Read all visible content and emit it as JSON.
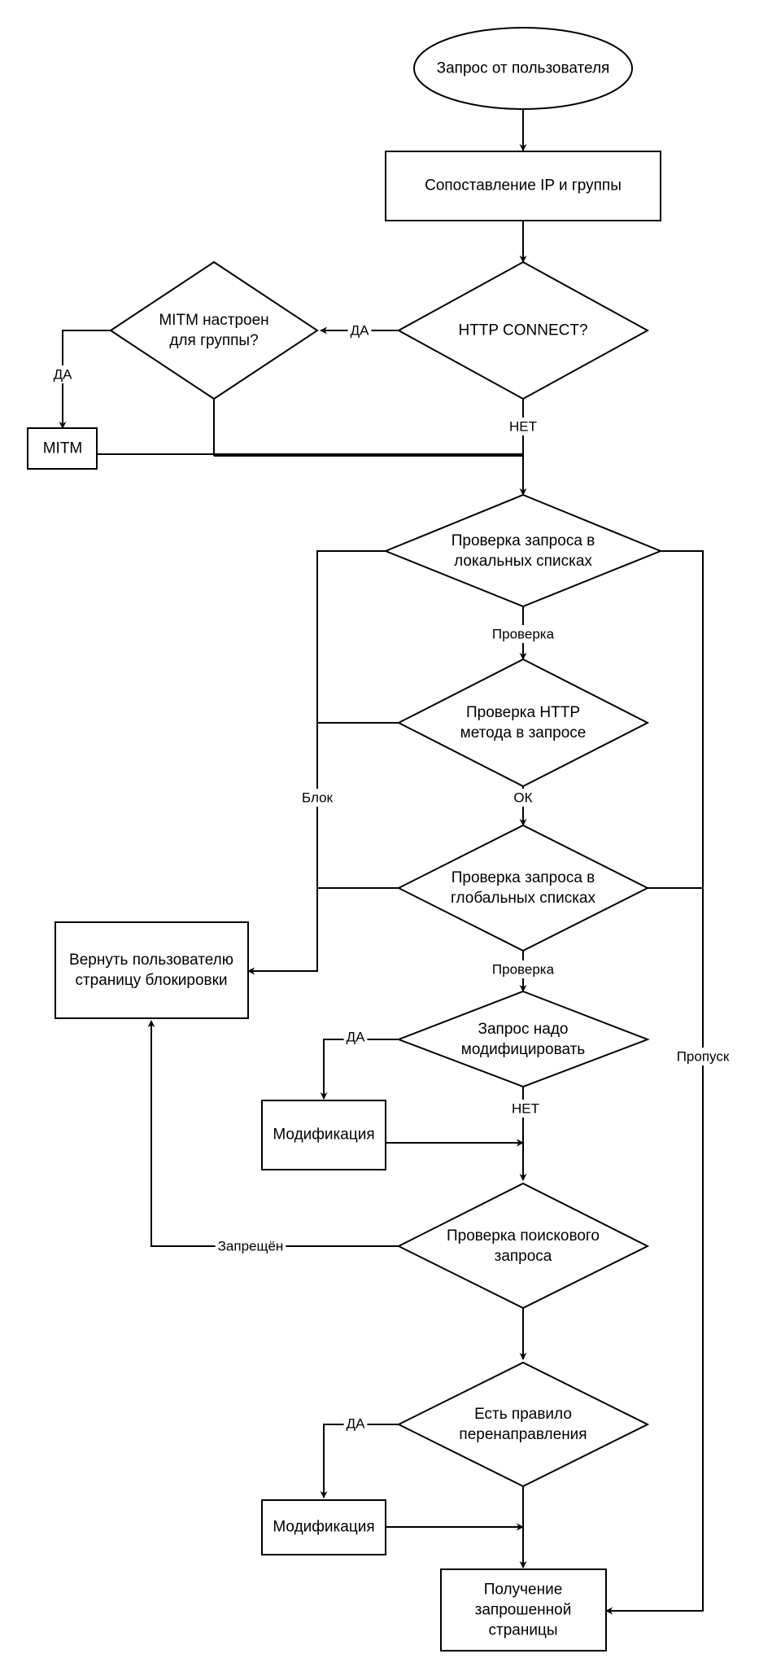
{
  "colors": {
    "stroke": "#000000",
    "fill": "#ffffff",
    "background": "#ffffff"
  },
  "nodes": {
    "start": {
      "lines": [
        "Запрос от пользователя"
      ]
    },
    "match_ip": {
      "lines": [
        "Сопоставление IP и группы"
      ]
    },
    "http_connect": {
      "lines": [
        "HTTP CONNECT?"
      ]
    },
    "mitm_configured": {
      "lines": [
        "MITM настроен",
        "для группы?"
      ]
    },
    "mitm": {
      "lines": [
        "MITM"
      ]
    },
    "check_local": {
      "lines": [
        "Проверка запроса в",
        "локальных списках"
      ]
    },
    "check_method": {
      "lines": [
        "Проверка HTTP",
        "метода в запросе"
      ]
    },
    "check_global": {
      "lines": [
        "Проверка запроса в",
        "глобальных списках"
      ]
    },
    "block_page": {
      "lines": [
        "Вернуть пользователю",
        "страницу блокировки"
      ]
    },
    "need_modify": {
      "lines": [
        "Запрос надо",
        "модифицировать"
      ]
    },
    "modify1": {
      "lines": [
        "Модификация"
      ]
    },
    "search_check": {
      "lines": [
        "Проверка поискового",
        "запроса"
      ]
    },
    "redirect_rule": {
      "lines": [
        "Есть правило",
        "перенаправления"
      ]
    },
    "modify2": {
      "lines": [
        "Модификация"
      ]
    },
    "get_page": {
      "lines": [
        "Получение",
        "запрошенной",
        "страницы"
      ]
    }
  },
  "edge_labels": {
    "connect_yes": "ДА",
    "mitm_yes": "ДА",
    "connect_no": "НЕТ",
    "local_check": "Проверка",
    "block": "Блок",
    "method_ok": "ОК",
    "global_check": "Проверка",
    "modify_yes": "ДА",
    "modify_no": "НЕТ",
    "pass": "Пропуск",
    "forbidden": "Запрещён",
    "redirect_yes": "ДА"
  }
}
